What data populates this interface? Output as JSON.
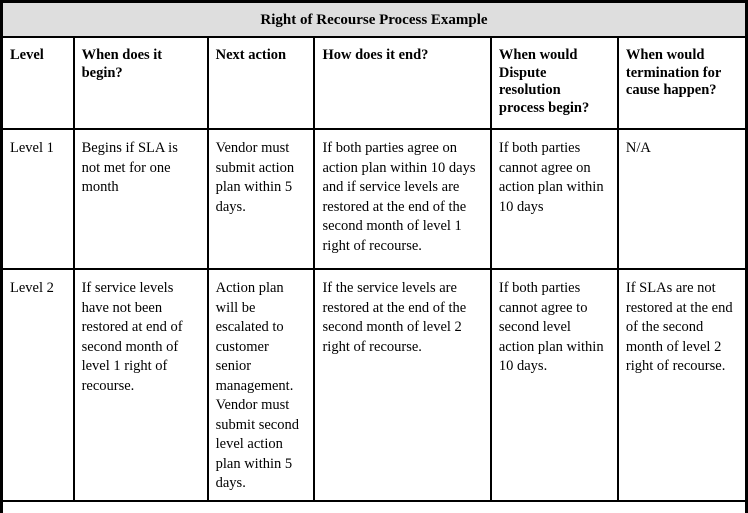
{
  "table": {
    "title": "Right of Recourse Process Example",
    "columns": [
      "Level",
      "When does it begin?",
      "Next action",
      "How does it end?",
      "When would Dispute resolution process begin?",
      "When would termination for cause happen?"
    ],
    "rows": [
      {
        "level": "Level 1",
        "when_begin": "Begins if SLA is not met for one month",
        "next_action": "Vendor must submit action plan within 5 days.",
        "how_end": "If both parties agree on action plan within 10 days and if service levels are restored at the end of the second month of level 1 right of recourse.",
        "dispute_begin": "If both parties cannot agree on action plan within 10 days",
        "termination": "N/A"
      },
      {
        "level": "Level 2",
        "when_begin": "If service levels have not been restored at end of second month of level 1 right of recourse.",
        "next_action": "Action plan will be escalated to customer senior management. Vendor must submit second level action plan within 5 days.",
        "how_end": "If the service levels are restored at the end of the second month of level 2 right of recourse.",
        "dispute_begin": "If both parties cannot agree to second level action plan within 10 days.",
        "termination": "If SLAs are not restored at the end of the second month of level 2 right of recourse."
      }
    ]
  },
  "colors": {
    "title_background": "#dedede",
    "border": "#000000",
    "text": "#000000",
    "cell_background": "#ffffff"
  }
}
